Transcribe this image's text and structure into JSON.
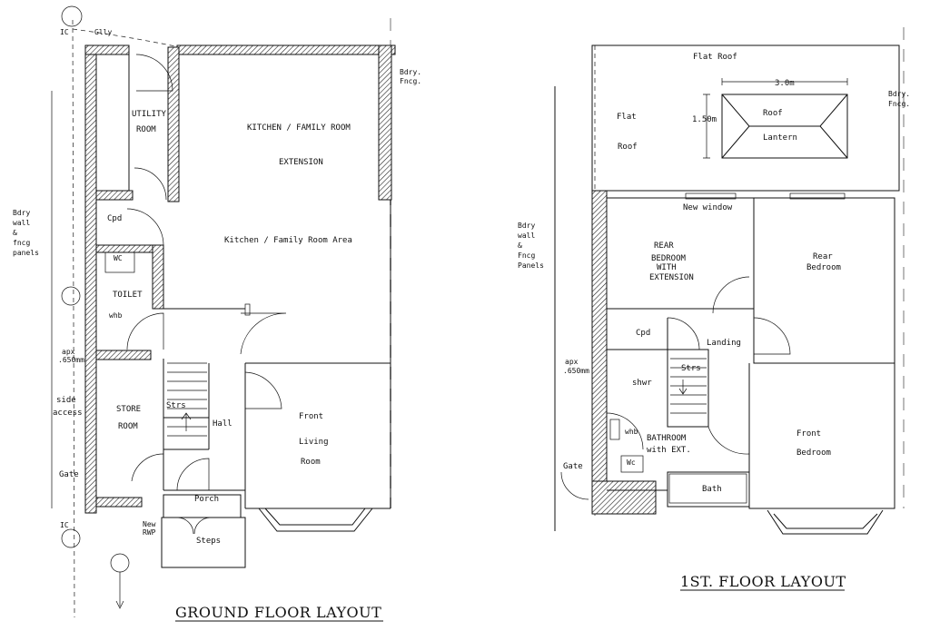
{
  "ground": {
    "title": "GROUND FLOOR LAYOUT",
    "ic": "IC",
    "glly": "Glly",
    "utility": "UTILITY",
    "utility_room": "ROOM",
    "kitchen": "KITCHEN / FAMILY ROOM",
    "extension": "EXTENSION",
    "bdry_fncg_1": "Bdry.",
    "bdry_fncg_2": "Fncg.",
    "cpd": "Cpd",
    "kitchen_area": "Kitchen / Family Room Area",
    "wc": "WC",
    "toilet": "TOILET",
    "whb": "whb",
    "bdry_wall": [
      "Bdry",
      "wall",
      "&",
      "fncg",
      "panels"
    ],
    "apx_1": "apx",
    "apx_2": ".650mm",
    "side_access_1": "side",
    "side_access_2": "access",
    "store": "STORE",
    "store_room": "ROOM",
    "strs": "Strs",
    "hall": "Hall",
    "front": "Front",
    "living": "Living",
    "room": "Room",
    "gate": "Gate",
    "porch": "Porch",
    "new_rwp_1": "New",
    "new_rwp_2": "RWP",
    "steps": "Steps"
  },
  "first": {
    "title": "1ST. FLOOR LAYOUT",
    "flat_roof_top": "Flat  Roof",
    "dim_30": "3.0m",
    "dim_150": "1.50m",
    "flat": "Flat",
    "roof": "Roof",
    "lantern_1": "Roof",
    "lantern_2": "Lantern",
    "bdry_fncg_1": "Bdry.",
    "bdry_fncg_2": "Fncg.",
    "new_window": "New window",
    "bdry_wall": [
      "Bdry",
      "wall",
      "&",
      "Fncg",
      "Panels"
    ],
    "rear_bed_ext": [
      "REAR",
      "BEDROOM",
      "WITH",
      "EXTENSION"
    ],
    "rear_bed_1": "Rear",
    "rear_bed_2": "Bedroom",
    "cpd": "Cpd",
    "landing": "Landing",
    "apx_1": "apx",
    "apx_2": ".650mm",
    "strs": "Strs",
    "shwr": "shwr",
    "whb": "whb",
    "bathroom_1": "BATHROOM",
    "bathroom_2": "with EXT.",
    "front_bed_1": "Front",
    "front_bed_2": "Bedroom",
    "gate": "Gate",
    "wc": "Wc",
    "bath": "Bath"
  }
}
